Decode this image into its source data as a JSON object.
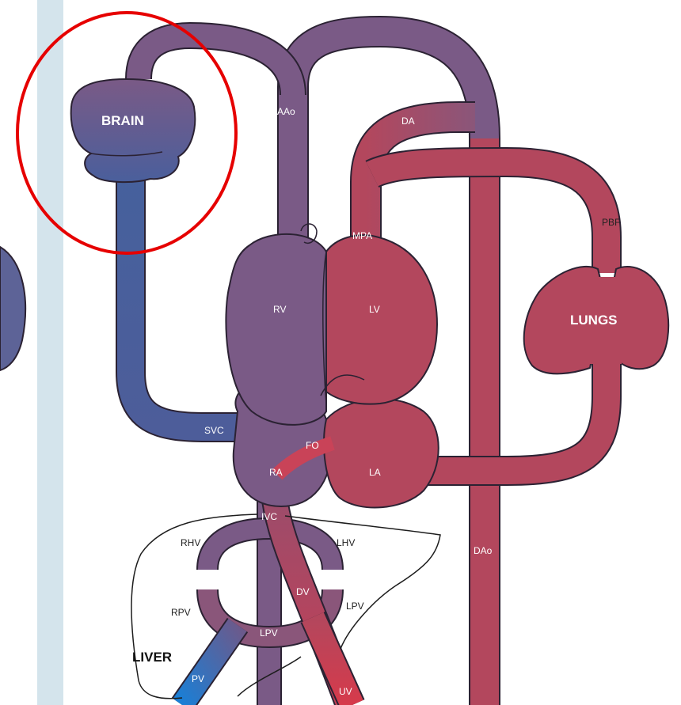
{
  "colors": {
    "oxygenated": "#b3475d",
    "mixed": "#7a5a86",
    "deoxygenated": "#45619d",
    "portal_blue": "#2c73c8",
    "highlight_circle": "#e60000",
    "side_bar": "#d4e4ec"
  },
  "labels": {
    "brain": "BRAIN",
    "aao": "AAo",
    "da": "DA",
    "mpa": "MPA",
    "pbf": "PBF",
    "rv": "RV",
    "lv": "LV",
    "lungs": "LUNGS",
    "svc": "SVC",
    "fo": "FO",
    "ra": "RA",
    "la": "LA",
    "ivc": "IVC",
    "rhv": "RHV",
    "lhv": "LHV",
    "dao": "DAo",
    "dv": "DV",
    "rpv": "RPV",
    "lpv_right": "LPV",
    "lpv_center": "LPV",
    "liver": "LIVER",
    "pv": "PV",
    "uv": "UV"
  },
  "annotation": {
    "shape": "circle",
    "target": "brain"
  }
}
